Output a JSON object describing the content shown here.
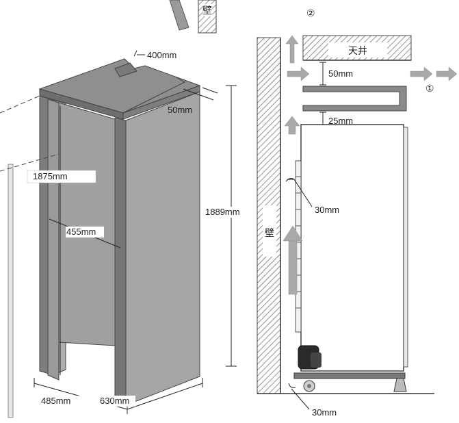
{
  "colors": {
    "panel_front": "#a6a6a6",
    "panel_top": "#8c8c8c",
    "panel_edge": "#7a7a7a",
    "line": "#222222",
    "hatch": "#555555",
    "arrow": "#9a9a9a"
  },
  "cabinet": {
    "width_top_label": "400mm",
    "depth_top_label": "50mm",
    "height_outer_label": "1889mm",
    "height_inner_label": "1875mm",
    "inner_width_label": "455mm",
    "bottom_width_label": "485mm",
    "bottom_depth_label": "630mm"
  },
  "side_view": {
    "ceiling_label": "天井",
    "gap_top_label": "50mm",
    "gap_unit_top_label": "25mm",
    "gap_back_label": "30mm",
    "gap_floor_label": "30mm",
    "wall_label": "壁",
    "top_wall_label": "壁",
    "flow_1": "①",
    "flow_2": "②"
  }
}
